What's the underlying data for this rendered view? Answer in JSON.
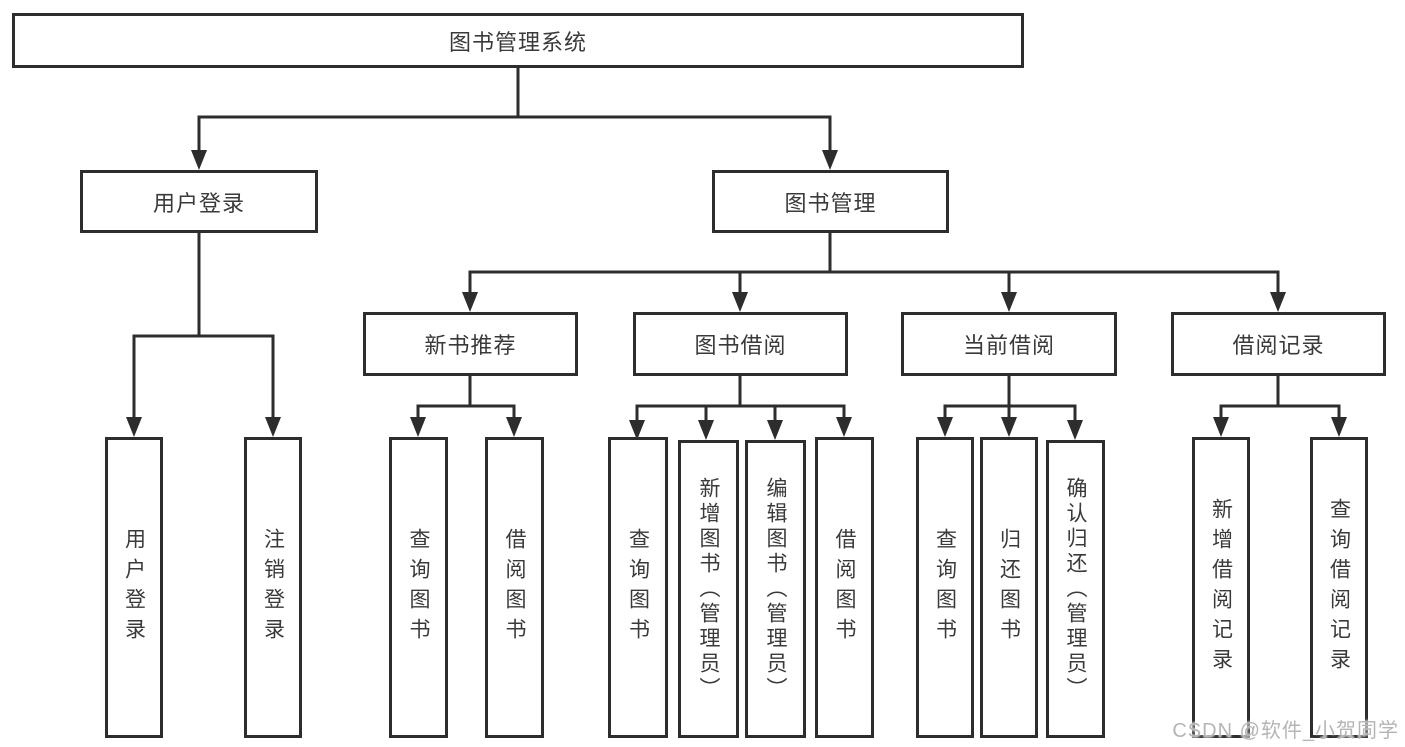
{
  "nodes": {
    "root": "图书管理系统",
    "login": "用户登录",
    "manage": "图书管理",
    "login_children": [
      "用户登录",
      "注销登录"
    ],
    "manage_sections": [
      {
        "label": "新书推荐",
        "leaves": [
          "查询图书",
          "借阅图书"
        ]
      },
      {
        "label": "图书借阅",
        "leaves": [
          "查询图书",
          "新增图书（管理员）",
          "编辑图书（管理员）",
          "借阅图书"
        ]
      },
      {
        "label": "当前借阅",
        "leaves": [
          "查询图书",
          "归还图书",
          "确认归还（管理员）"
        ]
      },
      {
        "label": "借阅记录",
        "leaves": [
          "新增借阅记录",
          "查询借阅记录"
        ]
      }
    ]
  },
  "watermark": "CSDN @软件_小贺同学",
  "colors": {
    "line": "#2d2d2d",
    "text": "#3a3a3a",
    "watermark": "#b5b5b5",
    "background": "#ffffff"
  }
}
